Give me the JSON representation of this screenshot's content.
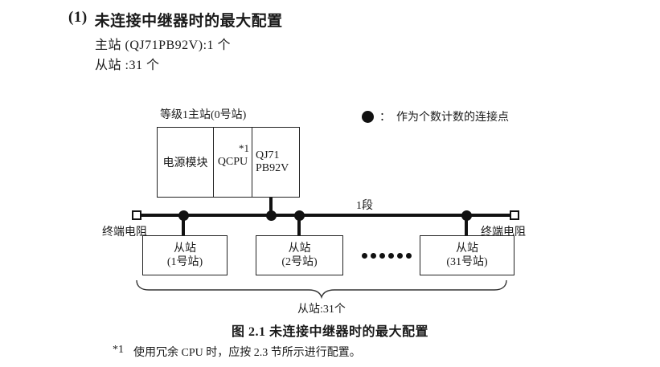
{
  "header": {
    "index": "(1)",
    "title": "未连接中继器时的最大配置",
    "master_line": "主站 (QJ71PB92V):1 个",
    "slave_line": "从站 :31 个"
  },
  "diagram": {
    "master_label": "等级1主站(0号站)",
    "master_cells": {
      "power": "电源模块",
      "cpu": "QCPU",
      "cpu_note": "*1",
      "pb_line1": "QJ71",
      "pb_line2": "PB92V"
    },
    "legend": {
      "icon": "filled-circle",
      "separator": "：",
      "text": "作为个数计数的连接点"
    },
    "segment_label": "1段",
    "terminator_left": "终端电阻",
    "terminator_right": "终端电阻",
    "slaves": [
      {
        "line1": "从站",
        "line2": "(1号站)"
      },
      {
        "line1": "从站",
        "line2": "(2号站)"
      },
      {
        "line1": "从站",
        "line2": "(31号站)"
      }
    ],
    "brace_label": "从站:31个"
  },
  "caption": "图 2.1 未连接中继器时的最大配置",
  "footnote": {
    "marker": "*1",
    "text": "使用冗余 CPU 时，应按 2.3 节所示进行配置。"
  }
}
